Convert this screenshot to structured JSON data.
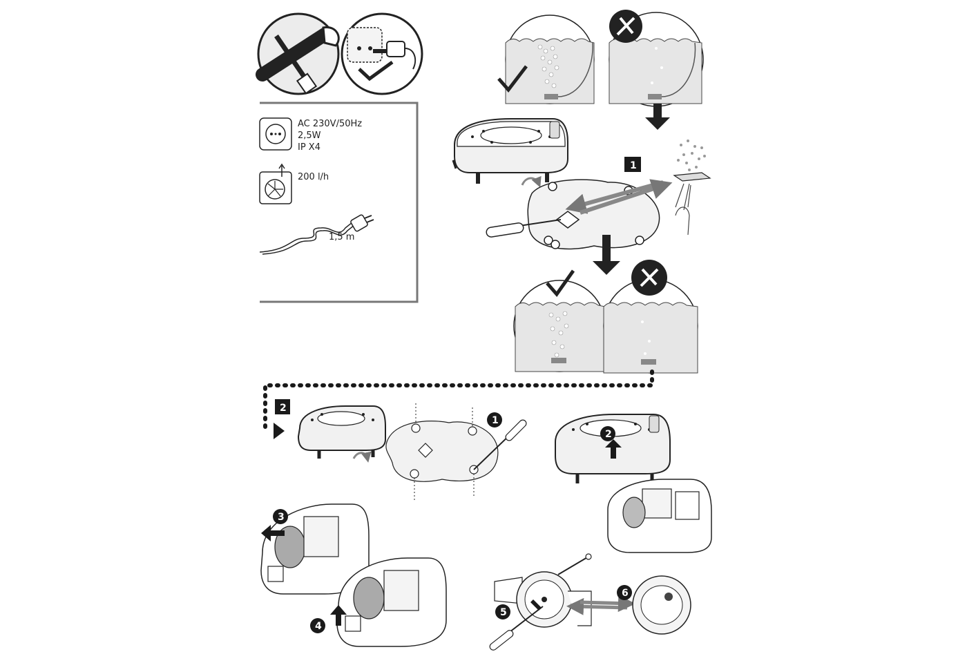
{
  "specs": {
    "voltage": "AC 230V/50Hz",
    "power": "2,5W",
    "ip_rating": "IP X4",
    "flow_rate": "200 l/h",
    "cable_length": "1,5 m"
  },
  "steps": {
    "step1": "1",
    "step2": "2",
    "sub1": "1",
    "sub2": "2",
    "sub3": "3",
    "sub4": "4",
    "sub5": "5",
    "sub6": "6"
  },
  "icons": [
    "wrench-screwdriver-icon",
    "unplug-icon",
    "socket-icon",
    "flow-rate-icon",
    "power-plug-icon",
    "checkmark-icon",
    "arrow-down-icon"
  ],
  "colors": {
    "ink": "#222222",
    "panel_fill": "#eeeeee",
    "bubble": "#ffffff",
    "water": "#dddddd",
    "badge": "#1a1a1a"
  }
}
